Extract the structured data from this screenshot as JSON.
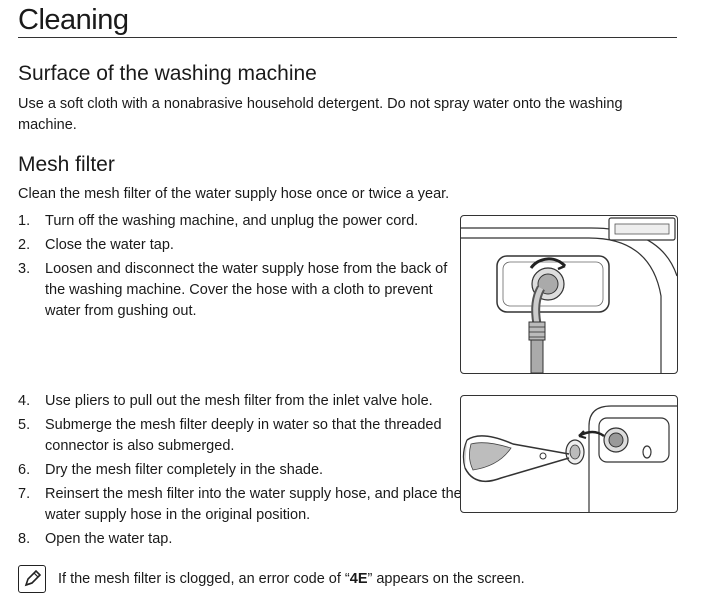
{
  "page": {
    "title": "Cleaning"
  },
  "surface": {
    "heading": "Surface of the washing machine",
    "text": "Use a soft cloth with a nonabrasive household detergent. Do not spray water onto the washing machine."
  },
  "mesh": {
    "heading": "Mesh filter",
    "intro": "Clean the mesh filter of the water supply hose once or twice a year.",
    "steps": [
      {
        "num": "1.",
        "text": "Turn off the washing machine, and unplug the power cord."
      },
      {
        "num": "2.",
        "text": "Close the water tap."
      },
      {
        "num": "3.",
        "text": "Loosen and disconnect the water supply hose from the back of the washing machine. Cover the hose with a cloth to prevent water from gushing out."
      },
      {
        "num": "4.",
        "text": "Use pliers to pull out the mesh filter from the inlet valve hole."
      },
      {
        "num": "5.",
        "text": "Submerge the mesh filter deeply in water so that the threaded connector is also submerged."
      },
      {
        "num": "6.",
        "text": "Dry the mesh filter completely in the shade."
      },
      {
        "num": "7.",
        "text": "Reinsert the mesh filter into the water supply hose, and place the water supply hose in the original position."
      },
      {
        "num": "8.",
        "text": "Open the water tap."
      }
    ]
  },
  "note": {
    "icon": "note-pencil-icon",
    "text_before": "If the mesh filter is clogged, an error code of “",
    "code": "4E",
    "text_after": "” appears on the screen."
  }
}
